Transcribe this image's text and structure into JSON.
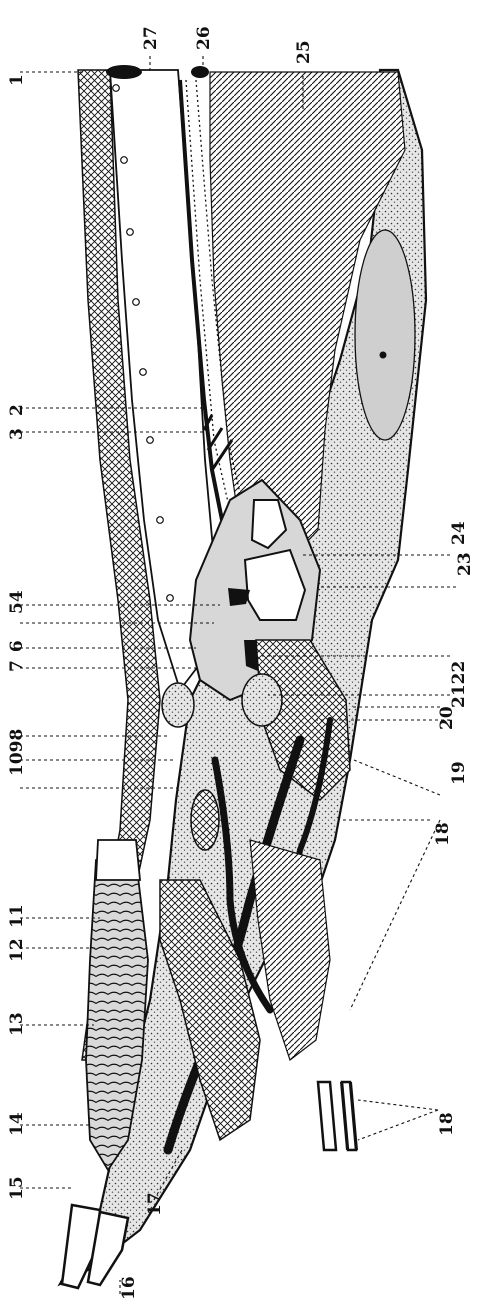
{
  "figure": {
    "labels": {
      "l1": "1",
      "l2": "2",
      "l3": "3",
      "l4": "4",
      "l5": "5",
      "l6": "6",
      "l7": "7",
      "l8": "8",
      "l9": "9",
      "l10": "10",
      "l11": "11",
      "l12": "12",
      "l13": "13",
      "l14": "14",
      "l15": "15",
      "l16": "16",
      "l17": "17",
      "l18": "18",
      "l19": "19",
      "l20": "20",
      "l21": "21",
      "l22": "22",
      "l23": "23",
      "l24": "24",
      "l25": "25",
      "l26": "26",
      "l27": "27"
    },
    "colors": {
      "ink": "#111111",
      "paper": "#ffffff",
      "stipple": "#bdbdbd"
    }
  }
}
